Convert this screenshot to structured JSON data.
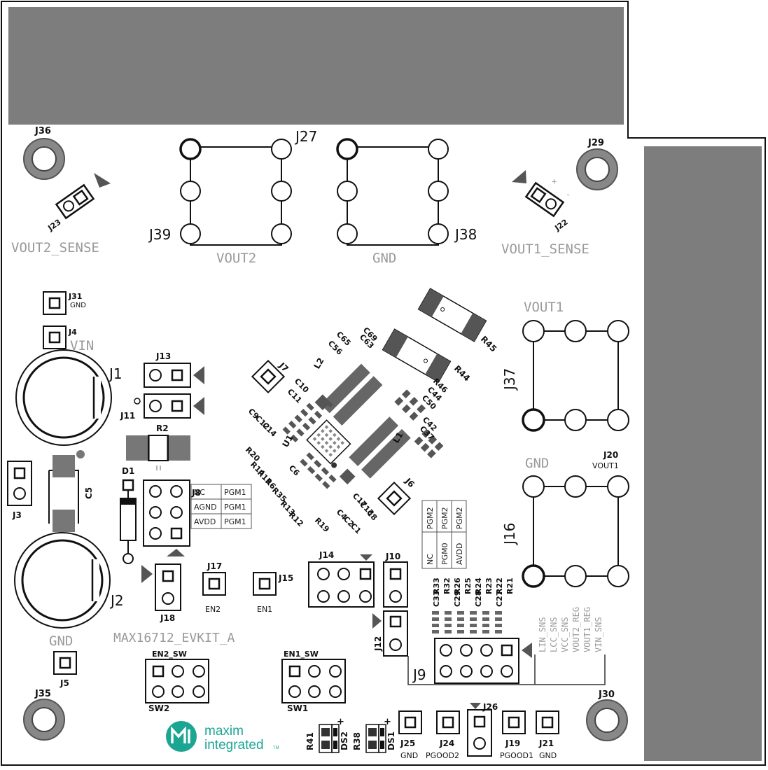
{
  "board": {
    "name": "MAX16712_EVKIT_A",
    "logo": {
      "line1": "maxim",
      "line2": "integrated",
      "tm": "TM"
    },
    "colors": {
      "copper": "#7d7d7d",
      "outline": "#111111",
      "silkscreen": "#9a9a9a",
      "background": "#ffffff"
    }
  },
  "labels": {
    "vout2_sense": "VOUT2_SENSE",
    "vout1_sense": "VOUT1_SENSE",
    "vout2": "VOUT2",
    "gnd_mid": "GND",
    "vout1": "VOUT1",
    "gnd_right": "GND",
    "vout1_small": "VOUT1",
    "vin": "VIN",
    "gnd_small": "GND",
    "gnd_left": "GND",
    "en2": "EN2",
    "en1": "EN1",
    "en2_sw": "EN2_SW",
    "en1_sw": "EN1_SW",
    "gnd_bottom1": "GND",
    "pgood2": "PGOOD2",
    "pgood1": "PGOOD1",
    "gnd_bottom2": "GND",
    "pol_plus": "+",
    "pol_minus": "-"
  },
  "refs": {
    "J36": "J36",
    "J29": "J29",
    "J35": "J35",
    "J30": "J30",
    "J27": "J27",
    "J39": "J39",
    "J38": "J38",
    "J23": "J23",
    "J22": "J22",
    "J31": "J31",
    "J4": "J4",
    "J1": "J1",
    "J2": "J2",
    "J3": "J3",
    "J5": "J5",
    "J13": "J13",
    "J11": "J11",
    "J8": "J8",
    "J18": "J18",
    "J17": "J17",
    "J15": "J15",
    "J37": "J37",
    "J16": "J16",
    "J20": "J20",
    "J14": "J14",
    "J10": "J10",
    "J12": "J12",
    "J9": "J9",
    "J26": "J26",
    "J25": "J25",
    "J24": "J24",
    "J19": "J19",
    "J21": "J21",
    "J7": "J7",
    "J6": "J6",
    "R2": "R2",
    "D1": "D1",
    "C5": "C5",
    "SW2": "SW2",
    "SW1": "SW1",
    "DS2": "DS2",
    "DS1": "DS1",
    "R41": "R41",
    "R38": "R38",
    "U1": "U1",
    "L1": "L1",
    "L2": "L2",
    "R45": "R45",
    "R44": "R44"
  },
  "left_cluster": [
    "C10",
    "C11",
    "C9",
    "C12",
    "C14",
    "R20",
    "R14",
    "R15",
    "R6",
    "R35",
    "R13",
    "R12",
    "C6",
    "R19",
    "C4",
    "C2",
    "C1",
    "C17",
    "C13",
    "C8"
  ],
  "top_cluster": [
    "C65",
    "C56",
    "C69",
    "C63",
    "R46",
    "C44",
    "C50",
    "C42",
    "C37"
  ],
  "bottom_refs": {
    "row1": [
      "R33",
      "R32",
      "R26",
      "R25",
      "R24",
      "R23",
      "R22",
      "R21"
    ],
    "row2": [
      "C33",
      "C29",
      "C28",
      "C27"
    ]
  },
  "j8_table": [
    [
      "NC",
      "PGM1"
    ],
    [
      "AGND",
      "PGM1"
    ],
    [
      "AVDD",
      "PGM1"
    ]
  ],
  "pgm2_table": [
    [
      "PGM2",
      "PGM2",
      "PGM2"
    ],
    [
      "NC",
      "PGM0",
      "AVDD"
    ]
  ],
  "j9_signals": [
    "LIN_SNS",
    "LCC_SNS",
    "VCC_SNS",
    "VOUT2_REG",
    "VOUT1_REG",
    "VIN_SNS"
  ]
}
